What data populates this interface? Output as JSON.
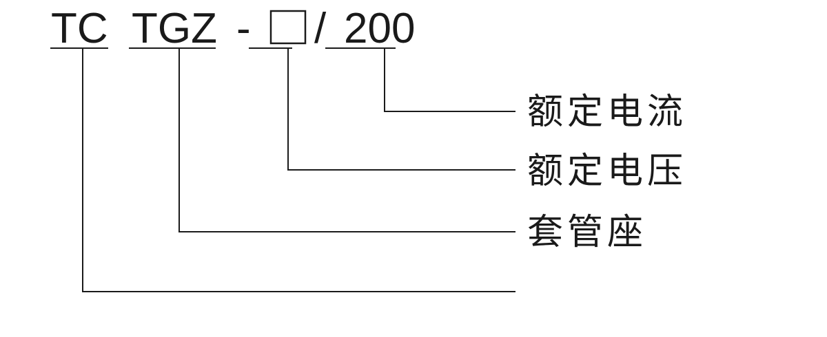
{
  "model_code": {
    "prefix": "TC",
    "series": "TGZ",
    "dash": "-",
    "placeholder": "□",
    "slash": "/",
    "current": "200"
  },
  "labels": {
    "rated_current": "额定电流",
    "rated_voltage": "额定电压",
    "bushing_seat": "套管座"
  }
}
